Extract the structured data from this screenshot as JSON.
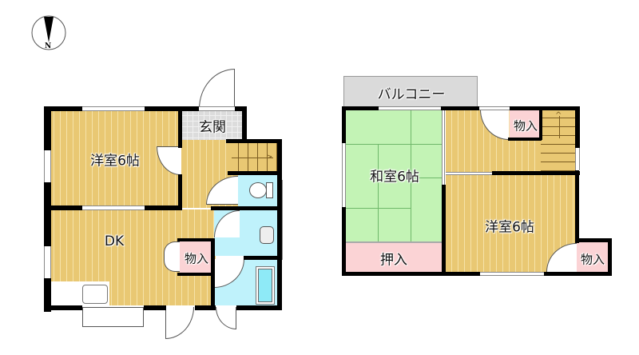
{
  "compass": {
    "label": "N"
  },
  "floor1": {
    "rooms": [
      {
        "id": "western-room-1",
        "label": "洋室6帖"
      },
      {
        "id": "entrance",
        "label": "玄関"
      },
      {
        "id": "dk",
        "label": "DK"
      },
      {
        "id": "storage-1",
        "label": "物入"
      }
    ]
  },
  "floor2": {
    "rooms": [
      {
        "id": "balcony",
        "label": "バルコニー"
      },
      {
        "id": "japanese-room",
        "label": "和室6帖"
      },
      {
        "id": "oshiire",
        "label": "押入"
      },
      {
        "id": "storage-2",
        "label": "物入"
      },
      {
        "id": "western-room-2",
        "label": "洋室6帖"
      },
      {
        "id": "storage-3",
        "label": "物入"
      }
    ]
  },
  "colors": {
    "wood": "#e9c873",
    "tile": "#dcdcdc",
    "water": "#bff2fb",
    "storage": "#fbd3d5",
    "tatami": "#c3f3b5",
    "balcony": "#dadada",
    "wall": "#000000"
  }
}
